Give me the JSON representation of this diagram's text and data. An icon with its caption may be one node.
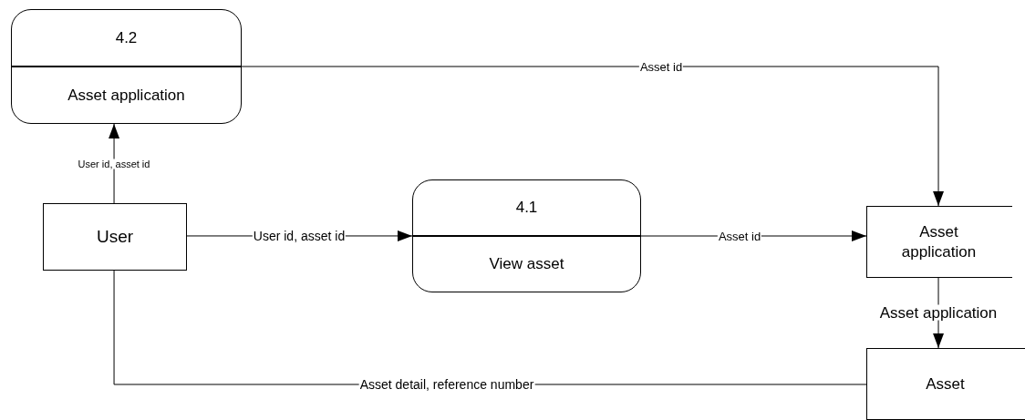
{
  "diagram": {
    "nodes": [
      {
        "text": [
          "4.2",
          "Asset application"
        ]
      },
      {
        "text": [
          "User"
        ]
      },
      {
        "text": [
          "4.1",
          "View asset"
        ]
      },
      {
        "text": [
          "Asset application"
        ]
      },
      {
        "text": [
          "Asset"
        ]
      }
    ],
    "edges": [
      {
        "from": 1,
        "to": 0,
        "arrow": "to",
        "label": "User id, asset id"
      },
      {
        "from": 1,
        "to": 2,
        "arrow": "to",
        "label": "User id, asset id"
      },
      {
        "from": 2,
        "to": 3,
        "arrow": "to",
        "label": "Asset id"
      },
      {
        "from": 0,
        "to": 3,
        "arrow": "to",
        "label": "Asset id"
      },
      {
        "from": 3,
        "to": 4,
        "arrow": "to",
        "label": "Asset application"
      },
      {
        "from": 4,
        "to": 1,
        "arrow": "none",
        "label": "Asset detail, reference number"
      }
    ]
  }
}
